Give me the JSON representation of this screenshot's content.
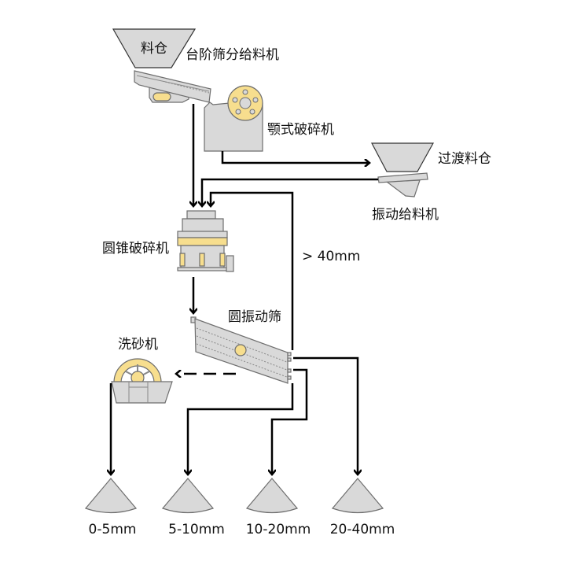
{
  "labels": {
    "hopper": "料仓",
    "step_screen_feeder": "台阶筛分给料机",
    "jaw_crusher": "颚式破碎机",
    "transition_hopper": "过渡料仓",
    "vibrating_feeder": "振动给料机",
    "cone_crusher": "圆锥破碎机",
    "return_size": "> 40mm",
    "circular_vibrating_screen": "圆振动筛",
    "sand_washer": "洗砂机"
  },
  "outputs": [
    "0-5mm",
    "5-10mm",
    "10-20mm",
    "20-40mm"
  ],
  "colors": {
    "machine": "#d9d9d9",
    "accent": "#f7de8e",
    "line": "#000000"
  }
}
